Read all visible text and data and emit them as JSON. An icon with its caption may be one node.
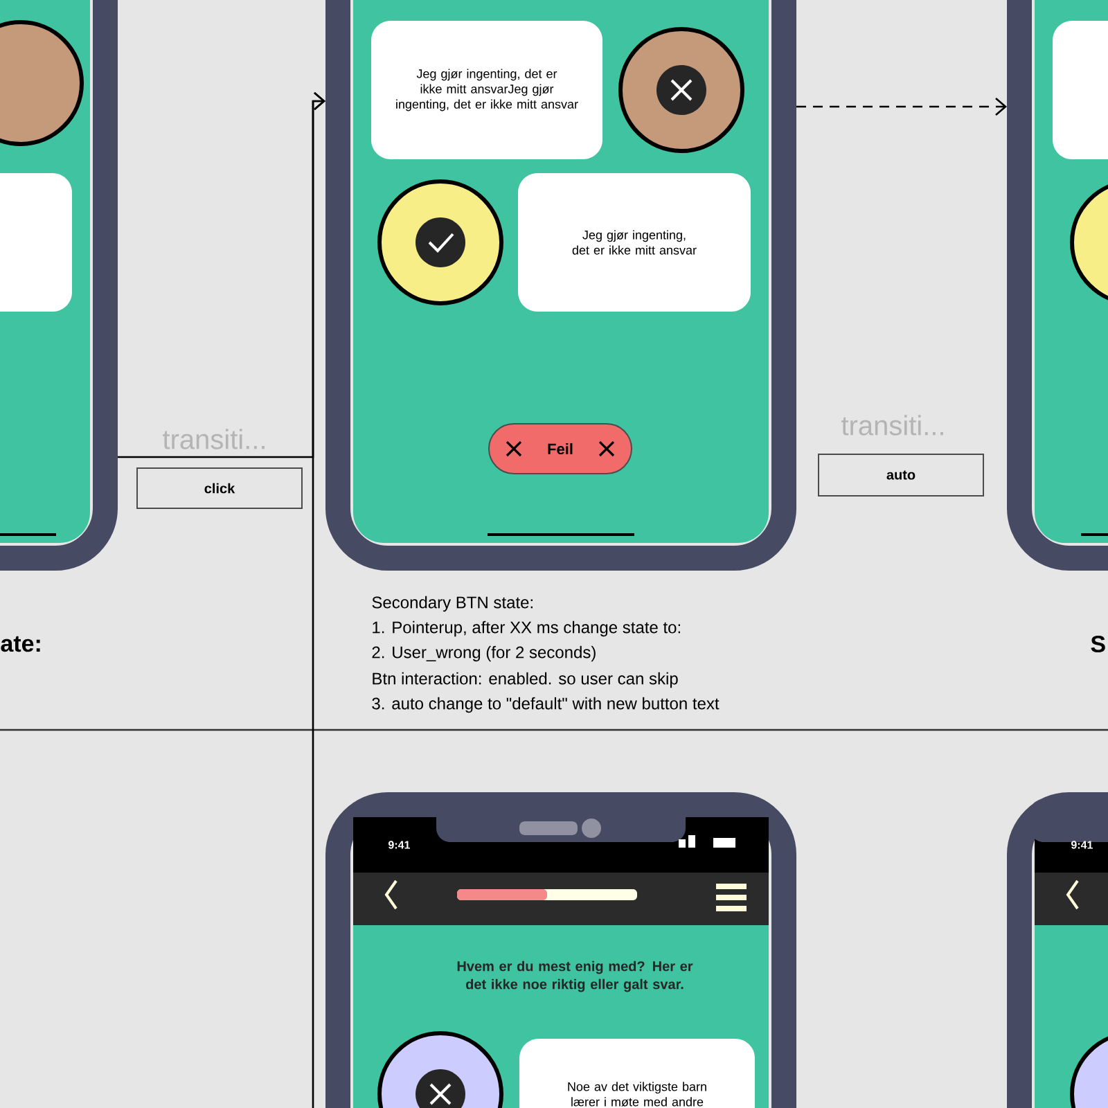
{
  "diagram": {
    "nodes": [
      {
        "text": [],
        "shape": "box"
      },
      {
        "text": [],
        "shape": "box"
      },
      {
        "text": [
          "Jeg gjør ingenting, det er ikke mitt ansvarJeg gjør ingenting, det er ikke mitt ansvar"
        ],
        "in": 1
      },
      {
        "text": [
          "Jeg gjør ingenting, det er ikke mitt ansvar"
        ],
        "in": 1
      },
      {
        "text": [
          "Feil"
        ],
        "in": 1
      },
      {
        "text": [],
        "shape": "box"
      },
      {
        "text": [
          "transiti...",
          "click"
        ]
      },
      {
        "text": [
          "transiti...",
          "auto"
        ]
      },
      {
        "text": [],
        "shape": "box"
      },
      {
        "text": [
          "Noe av det viktigste barn lærer i møte med andre"
        ],
        "in": 8
      },
      {
        "text": [],
        "shape": "box"
      }
    ],
    "edges": [
      {
        "from": 0,
        "to": 1,
        "arrow": "to"
      },
      {
        "from": null,
        "to": 1,
        "arrow": "to"
      },
      {
        "from": 1,
        "to": 5,
        "arrow": "to",
        "style": "dashed"
      }
    ],
    "labels": [
      "ate:",
      "Secondary BTN state:",
      "1. Pointerup, after XX ms change state to:",
      "2. User_wrong (for 2 seconds)",
      "Btn interaction: enabled. so user can skip",
      "3. auto change to \"default\" with new button text",
      "S",
      "9:41",
      "Hvem er du mest enig med? Her er det ikke noe riktig eller galt svar.",
      "9:41"
    ]
  }
}
